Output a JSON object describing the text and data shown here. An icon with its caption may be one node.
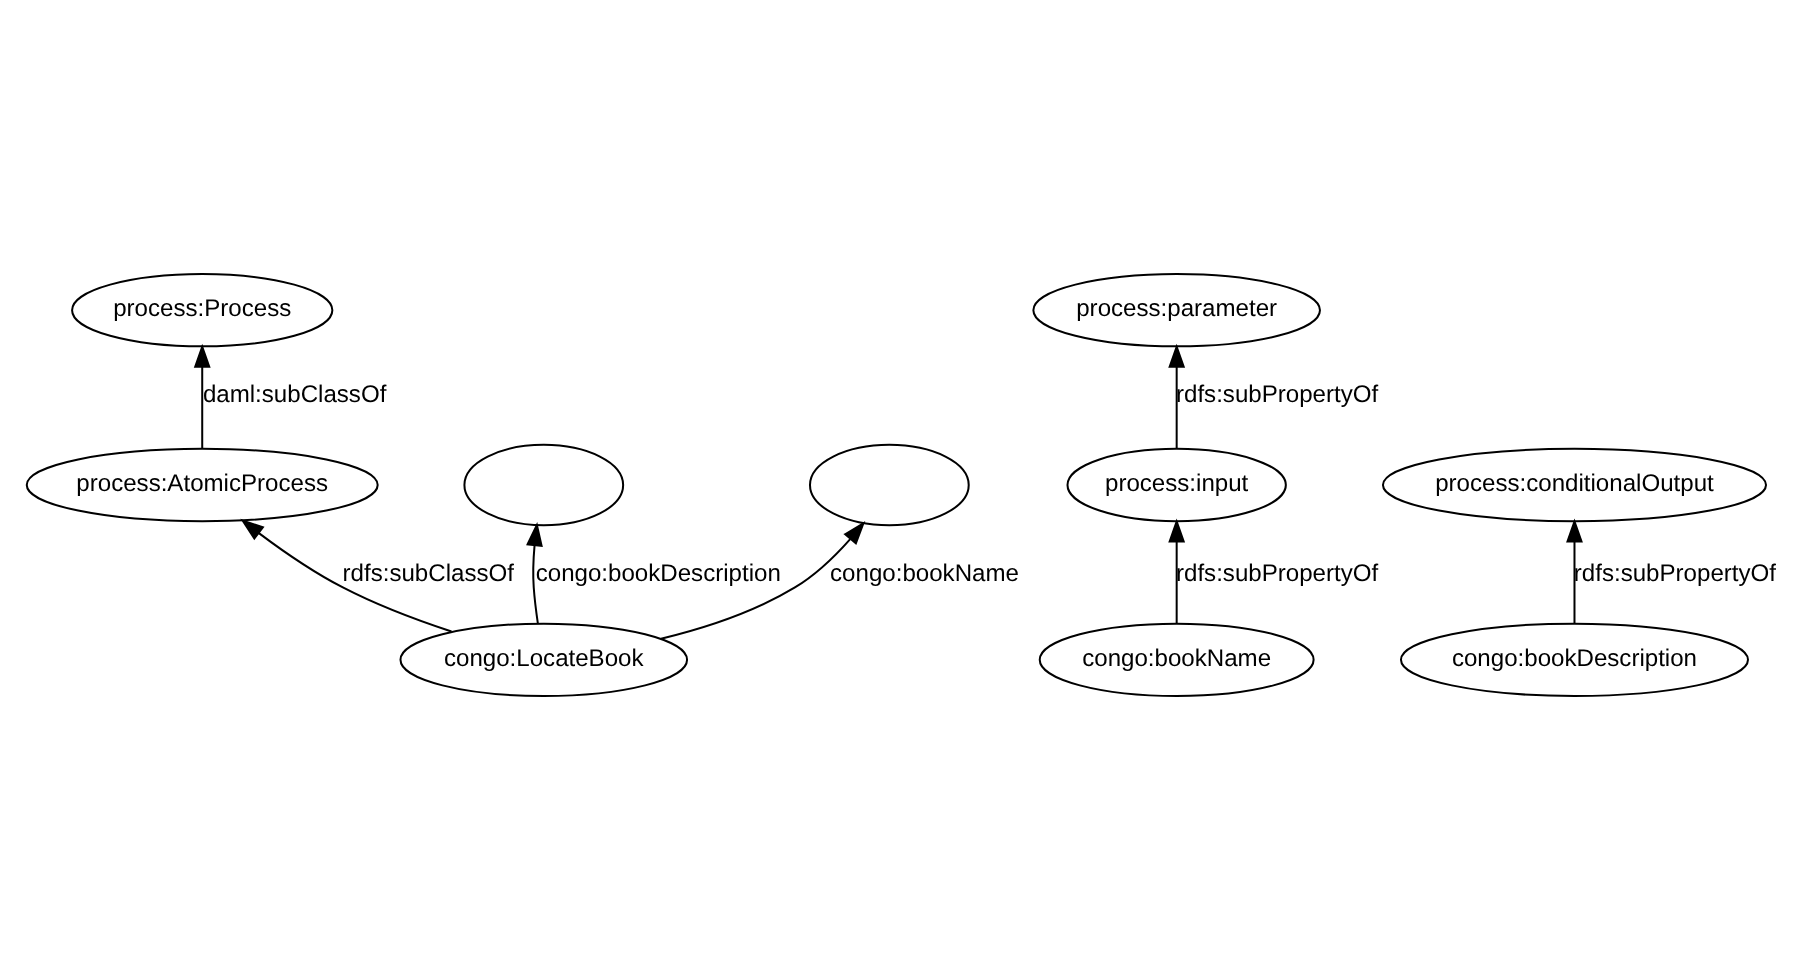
{
  "diagram": {
    "nodes": [
      {
        "text": [
          "process:Process"
        ]
      },
      {
        "text": [
          "process:AtomicProcess"
        ]
      },
      {
        "text": [
          "congo:LocateBook"
        ]
      },
      {
        "text": [],
        "shape": "ellipse"
      },
      {
        "text": [],
        "shape": "ellipse"
      },
      {
        "text": [
          "process:parameter"
        ]
      },
      {
        "text": [
          "process:input"
        ]
      },
      {
        "text": [
          "congo:bookName"
        ]
      },
      {
        "text": [
          "congo:bookDescription"
        ]
      },
      {
        "text": [
          "process:conditionalOutput"
        ]
      }
    ],
    "edges": [
      {
        "from": 1,
        "to": 0,
        "arrow": "to",
        "label": "daml:subClassOf"
      },
      {
        "from": 2,
        "to": 1,
        "arrow": "to",
        "label": "rdfs:subClassOf"
      },
      {
        "from": 2,
        "to": 3,
        "arrow": "to",
        "label": "congo:bookDescription"
      },
      {
        "from": 2,
        "to": 4,
        "arrow": "to",
        "label": "congo:bookName"
      },
      {
        "from": 6,
        "to": 5,
        "arrow": "to",
        "label": "rdfs:subPropertyOf"
      },
      {
        "from": 7,
        "to": 6,
        "arrow": "to",
        "label": "rdfs:subPropertyOf"
      },
      {
        "from": 8,
        "to": 9,
        "arrow": "to",
        "label": "rdfs:subPropertyOf"
      }
    ]
  }
}
